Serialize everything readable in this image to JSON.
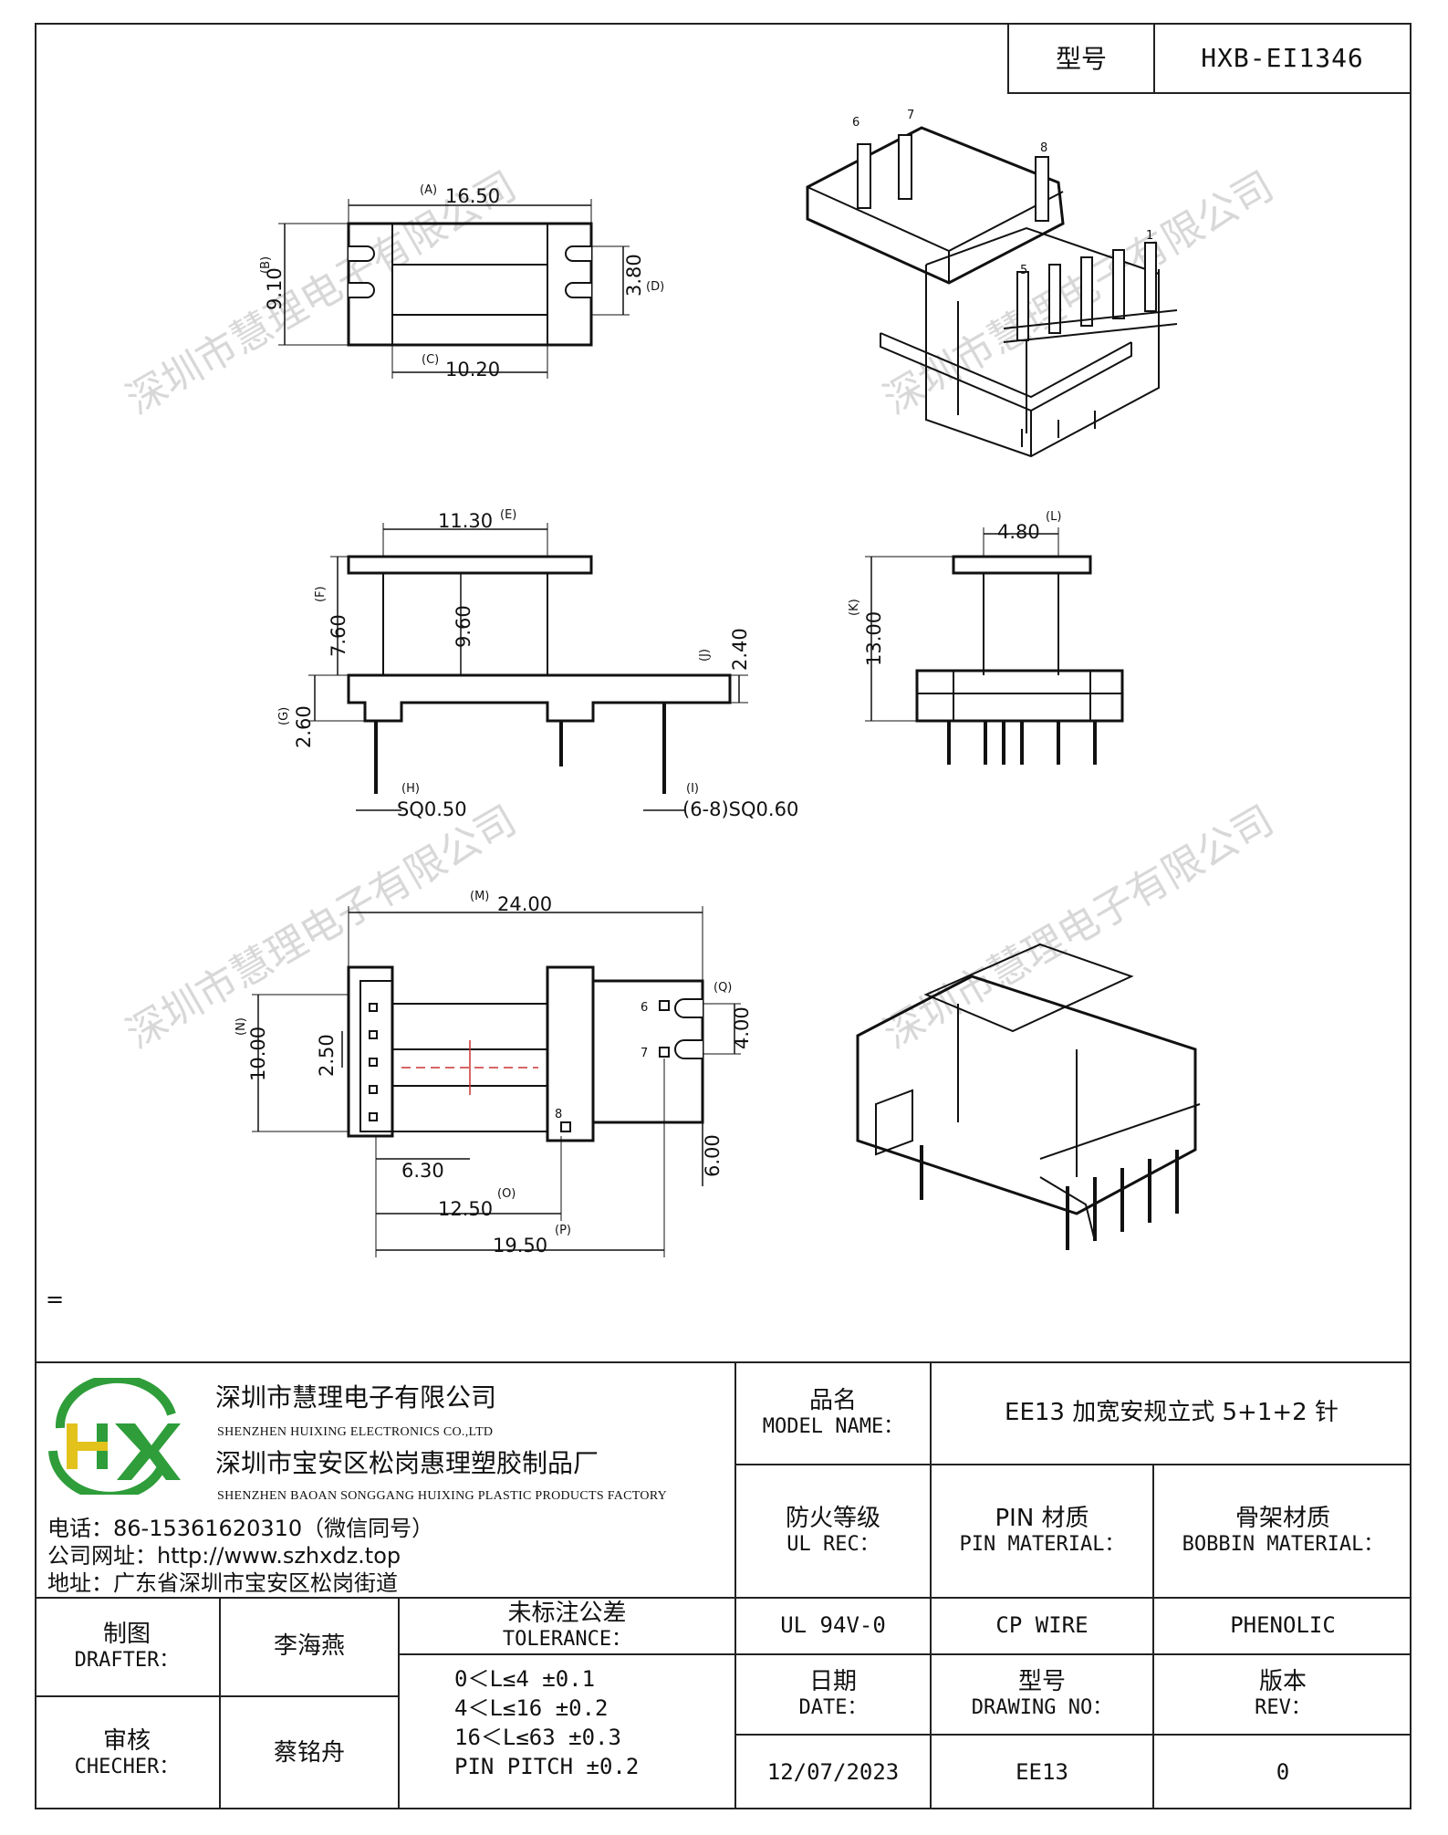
{
  "header": {
    "model_label": "型号",
    "model_value": "HXB-EI1346"
  },
  "top_view": {
    "dim_a_ref": "(A)",
    "dim_a": "16.50",
    "dim_b_ref": "(B)",
    "dim_b": "9.10",
    "dim_c_ref": "(C)",
    "dim_c": "10.20",
    "dim_d_ref": "(D)",
    "dim_d": "3.80"
  },
  "front_view": {
    "dim_e_ref": "(E)",
    "dim_e": "11.30",
    "dim_f_ref": "(F)",
    "dim_f": "7.60",
    "dim_mid": "9.60",
    "dim_g_ref": "(G)",
    "dim_g": "2.60",
    "dim_h_ref": "(H)",
    "dim_h": "SQ0.50",
    "dim_i_ref": "(I)",
    "dim_i": "(6-8)SQ0.60",
    "dim_j_ref": "(J)",
    "dim_j": "2.40"
  },
  "side_view": {
    "dim_l_ref": "(L)",
    "dim_l": "4.80",
    "dim_k_ref": "(K)",
    "dim_k": "13.00"
  },
  "bottom_view": {
    "dim_m_ref": "(M)",
    "dim_m": "24.00",
    "dim_n_ref": "(N)",
    "dim_n": "10.00",
    "dim_250": "2.50",
    "dim_630": "6.30",
    "dim_o_ref": "(O)",
    "dim_o": "12.50",
    "dim_p_ref": "(P)",
    "dim_p": "19.50",
    "dim_q_ref": "(Q)",
    "dim_q": "4.00",
    "dim_600": "6.00",
    "pin_labels": [
      "6",
      "7",
      "8"
    ]
  },
  "iso_top_pins": [
    "6",
    "7",
    "8",
    "5",
    "1"
  ],
  "watermark": "深圳市慧理电子有限公司",
  "eq_mark": "=",
  "company": {
    "name_zh": "深圳市慧理电子有限公司",
    "name_en": "SHENZHEN HUIXING ELECTRONICS CO.,LTD",
    "factory_zh": "深圳市宝安区松岗惠理塑胶制品厂",
    "factory_en": "SHENZHEN BAOAN SONGGANG HUIXING PLASTIC PRODUCTS FACTORY",
    "phone": "电话：86-15361620310（微信同号）",
    "website": "公司网址：http://www.szhxdz.top",
    "address": "地址：广东省深圳市宝安区松岗街道",
    "logo_text": "HX",
    "colors": {
      "logo_green": "#2e9d3a",
      "logo_yellow": "#e3c21b"
    }
  },
  "title_block": {
    "model_name_zh": "品名",
    "model_name_en": "MODEL NAME：",
    "model_name_value": "EE13 加宽安规立式 5+1+2 针",
    "ul_zh": "防火等级",
    "ul_en": "UL REC：",
    "pin_mat_zh": "PIN 材质",
    "pin_mat_en": "PIN MATERIAL：",
    "bobbin_mat_zh": "骨架材质",
    "bobbin_mat_en": "BOBBIN MATERIAL：",
    "drafter_zh": "制图",
    "drafter_en": "DRAFTER：",
    "drafter_value": "李海燕",
    "checker_zh": "审核",
    "checker_en": "CHECHER：",
    "checker_value": "蔡铭舟",
    "tolerance_zh": "未标注公差",
    "tolerance_en": "TOLERANCE：",
    "tolerance_lines": [
      "0＜L≤4  ±0.1",
      "4＜L≤16 ±0.2",
      "16＜L≤63 ±0.3",
      "PIN PITCH ±0.2"
    ],
    "ul_value": "UL 94V-0",
    "pin_value": "CP WIRE",
    "bobbin_value": "PHENOLIC",
    "date_zh": "日期",
    "date_en": "DATE：",
    "drawing_zh": "型号",
    "drawing_en": "DRAWING NO：",
    "rev_zh": "版本",
    "rev_en": "REV：",
    "date_value": "12/07/2023",
    "drawing_value": "EE13",
    "rev_value": "0"
  }
}
